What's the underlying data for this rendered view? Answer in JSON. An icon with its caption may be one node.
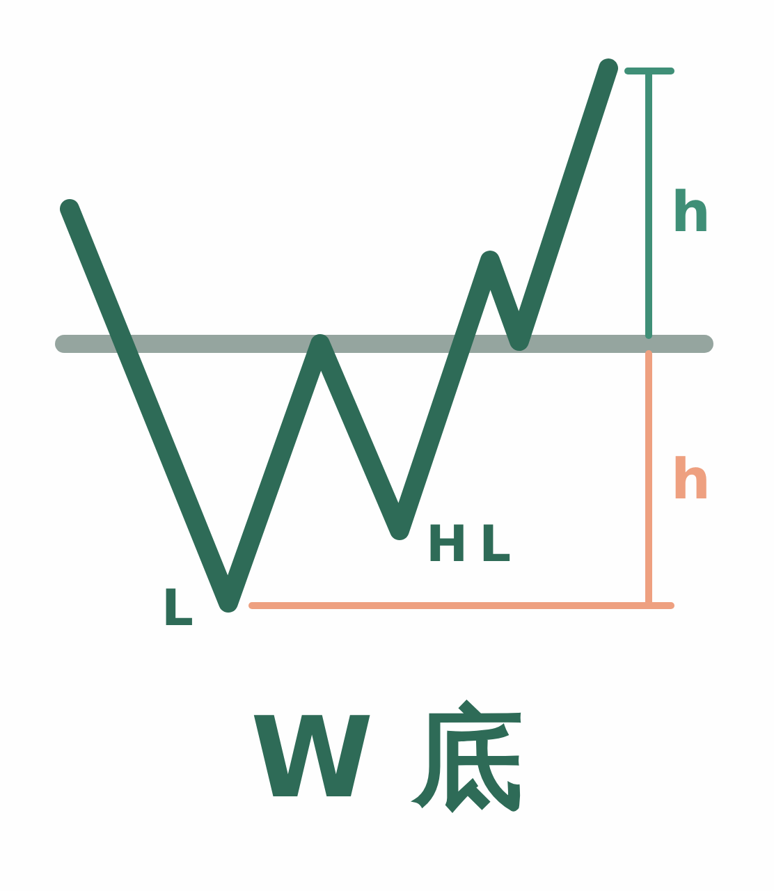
{
  "diagram": {
    "title": "W 底",
    "labels": [
      "h",
      "h",
      "HL",
      "L"
    ]
  }
}
